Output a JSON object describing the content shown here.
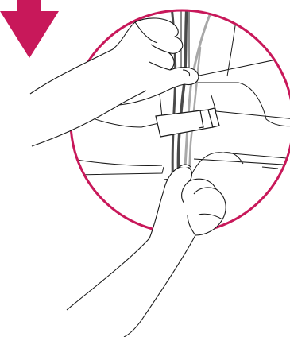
{
  "illustration": {
    "colors": {
      "accent": "#c8185a",
      "line": "#1a1a1a",
      "cable_dark": "#4a4a4a",
      "cable_light": "#a8a8a8",
      "background": "#ffffff"
    },
    "icons": [
      "arrow-down-icon"
    ],
    "elements": [
      "direction-arrow",
      "magnified-circle",
      "cable-clip",
      "cable-bundle",
      "upper-hand",
      "lower-hand"
    ]
  }
}
